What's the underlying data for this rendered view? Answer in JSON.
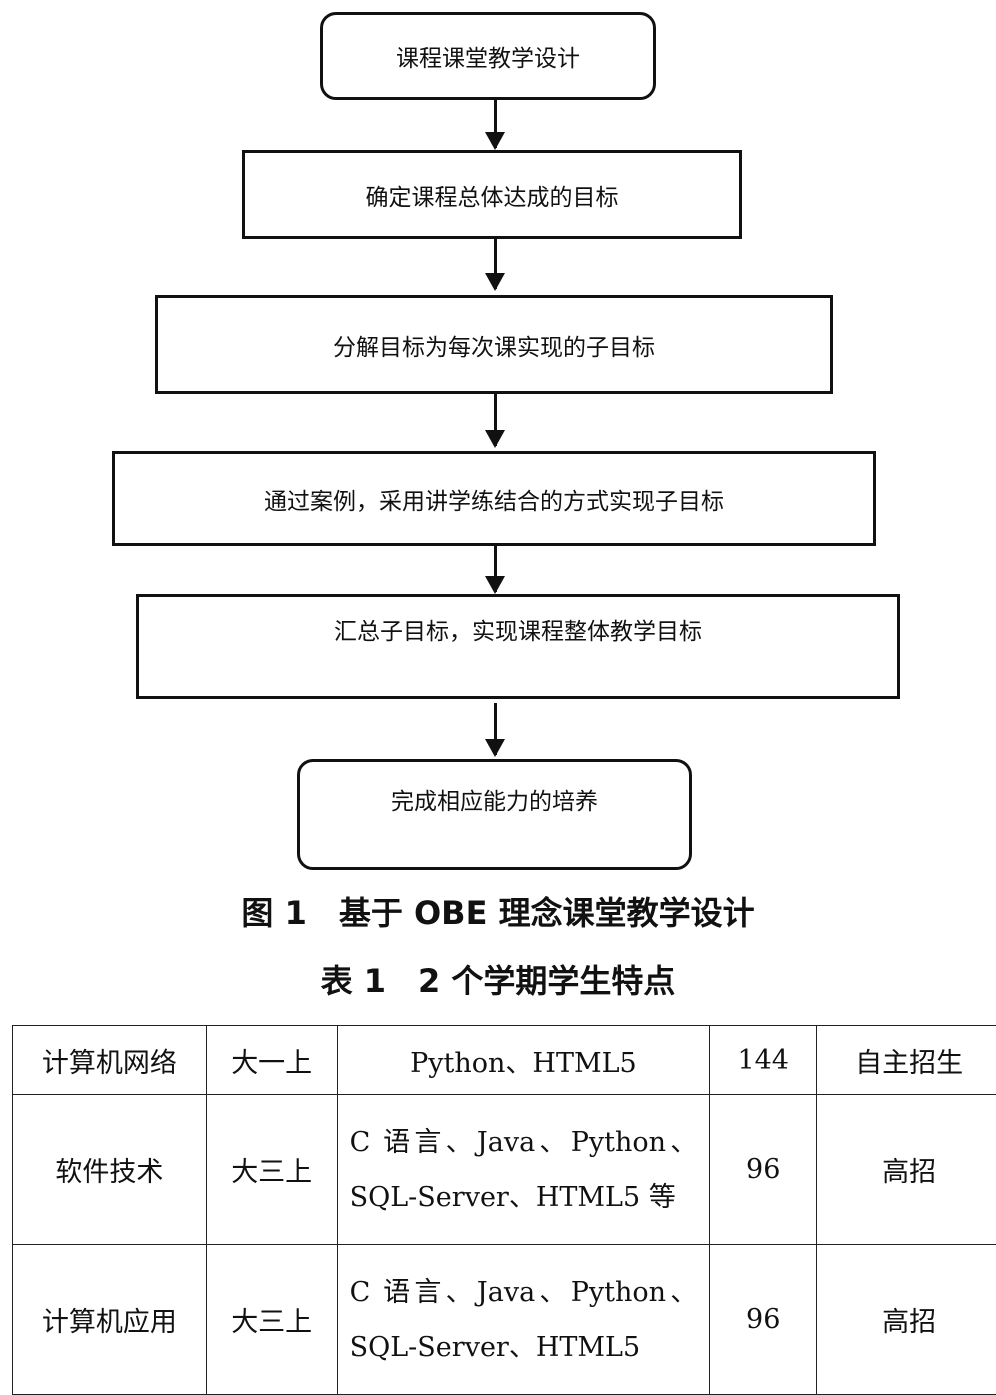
{
  "flowchart": {
    "steps": [
      "课程课堂教学设计",
      "确定课程总体达成的目标",
      "分解目标为每次课实现的子目标",
      "通过案例，采用讲学练结合的方式实现子目标",
      "汇总子目标，实现课程整体教学目标",
      "完成相应能力的培养"
    ]
  },
  "figure_caption": "图 1　基于 OBE 理念课堂教学设计",
  "table_caption": "表 1　2 个学期学生特点",
  "table": {
    "rows": [
      [
        "计算机网络",
        "大一上",
        "Python、HTML5",
        "144",
        "自主招生"
      ],
      [
        "软件技术",
        "大三上",
        "C 语言、Java、Python、SQL-Server、HTML5 等",
        "96",
        "高招"
      ],
      [
        "计算机应用",
        "大三上",
        "C 语言、Java、Python、SQL-Server、HTML5",
        "96",
        "高招"
      ]
    ]
  }
}
